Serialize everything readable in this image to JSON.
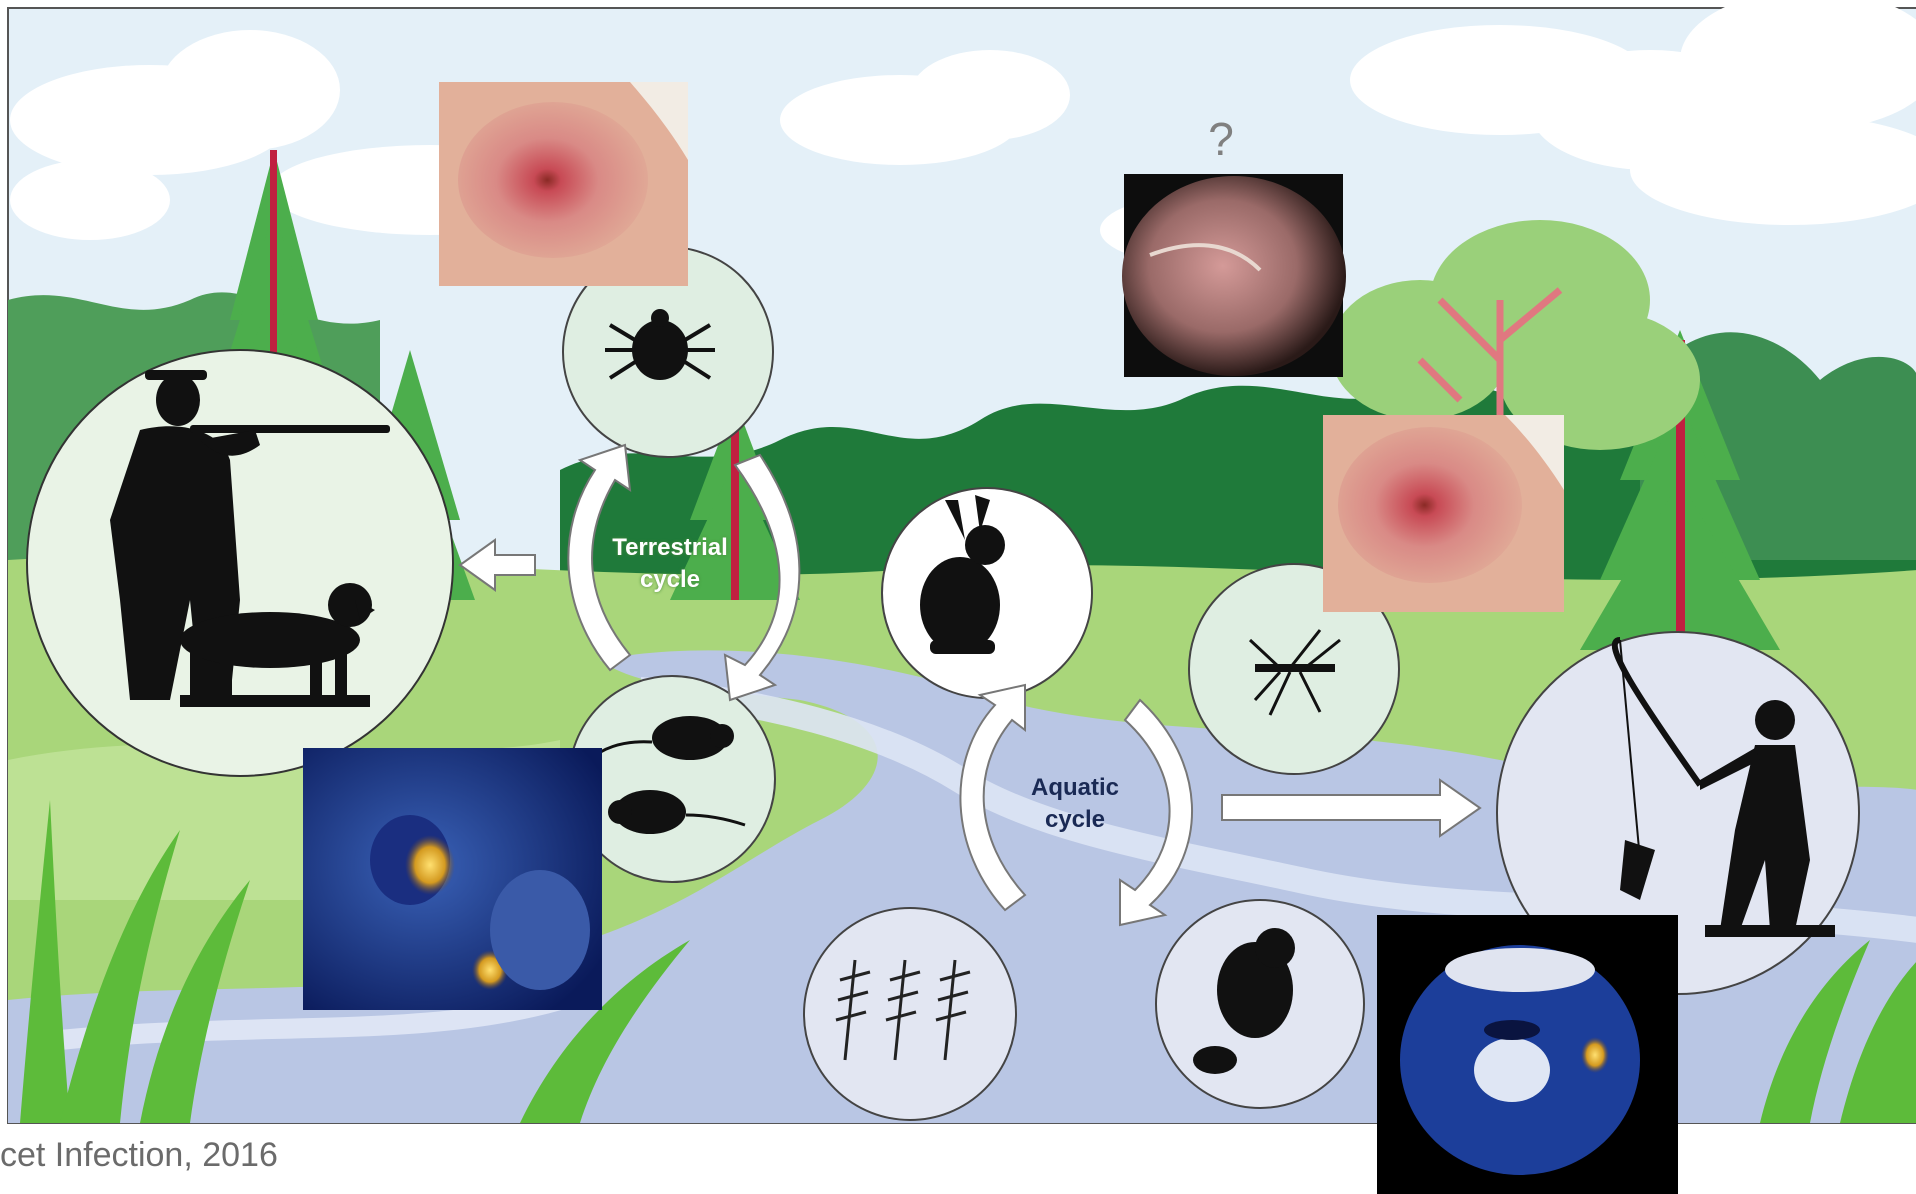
{
  "diagram": {
    "terrestrial_label_line1": "Terrestrial",
    "terrestrial_label_line2": "cycle",
    "aquatic_label_line1": "Aquatic",
    "aquatic_label_line2": "cycle",
    "question_mark": "?",
    "caption": "cet Infection, 2016"
  },
  "colors": {
    "sky": "#e4f0f8",
    "grass": "#a9d67a",
    "forest_dark": "#1f7a3a",
    "river": "#b9c6e4",
    "terrestrial_circle": "#dfeee2",
    "aquatic_circle": "#e2e6f2",
    "skin": "#d8908a",
    "pet_background": "#0a1a5a"
  }
}
